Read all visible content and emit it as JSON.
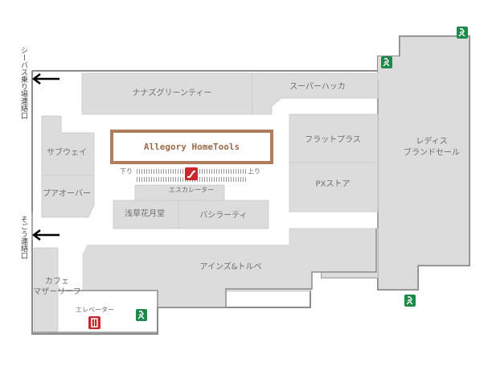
{
  "map": {
    "colors": {
      "store_fill": "#dcdcdc",
      "wall": "#8c8c8c",
      "highlight_border": "#b07e5c",
      "highlight_text": "#9a6a48",
      "exit_green": "#1e8a4a",
      "elevator_red": "#c9282d"
    },
    "highlight": {
      "label": "Allegory HomeTools"
    },
    "stores": [
      {
        "id": "nanazu",
        "label": "ナナズグリーンティー"
      },
      {
        "id": "super-hakka",
        "label": "スーパーハッカ"
      },
      {
        "id": "subway",
        "label": "サブウェイ"
      },
      {
        "id": "puaover",
        "label": "プアオーバー"
      },
      {
        "id": "flat-plus",
        "label": "フラットプラス"
      },
      {
        "id": "px-store",
        "label": "PXストア"
      },
      {
        "id": "ladies-brand-sale",
        "label_line1": "レディス",
        "label_line2": "ブランドセール"
      },
      {
        "id": "asakusa-kagetsudo",
        "label": "浅草花月堂"
      },
      {
        "id": "vasilarity",
        "label": "バシラーティ"
      },
      {
        "id": "ains-tolpe",
        "label": "アインズ&トルペ"
      },
      {
        "id": "cafe-mother-leaf",
        "label_line1": "カフェ",
        "label_line2": "マザーリーフ"
      }
    ],
    "escalator": {
      "label": "エスカレーター",
      "down_label": "下り",
      "up_label": "上り"
    },
    "elevator": {
      "label": "エレベーター"
    },
    "connections": [
      {
        "id": "seabus",
        "label": "シーバス乗り場連絡口"
      },
      {
        "id": "sogo",
        "label": "そごう連絡口"
      }
    ]
  }
}
